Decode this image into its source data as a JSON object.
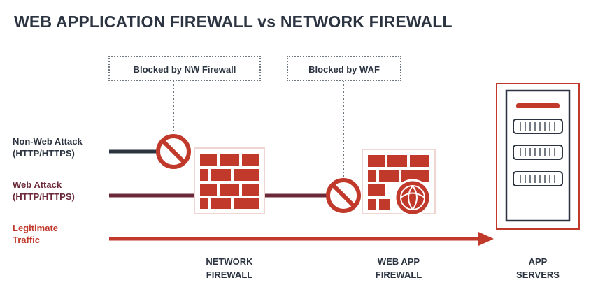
{
  "title": "WEB APPLICATION FIREWALL vs NETWORK FIREWALL",
  "callouts": {
    "nw_blocked": "Blocked by NW Firewall",
    "waf_blocked": "Blocked by WAF"
  },
  "traffic": [
    {
      "line1": "Non-Web Attack",
      "line2": "(HTTP/HTTPS)",
      "color": "#2b3440"
    },
    {
      "line1": "Web Attack",
      "line2": "(HTTP/HTTPS)",
      "color": "#6b2838"
    },
    {
      "line1": "Legitimate",
      "line2": "Traffic",
      "color": "#c0392b"
    }
  ],
  "components": {
    "network_firewall": {
      "line1": "NETWORK",
      "line2": "FIREWALL"
    },
    "waf": {
      "line1": "WEB APP",
      "line2": "FIREWALL"
    },
    "app_servers": {
      "line1": "APP",
      "line2": "SERVERS"
    }
  },
  "colors": {
    "brick": "#c0392b",
    "block_sign": "#c0392b",
    "line_dark": "#2b3440",
    "line_maroon": "#6b2838",
    "arrow": "#c0392b"
  }
}
